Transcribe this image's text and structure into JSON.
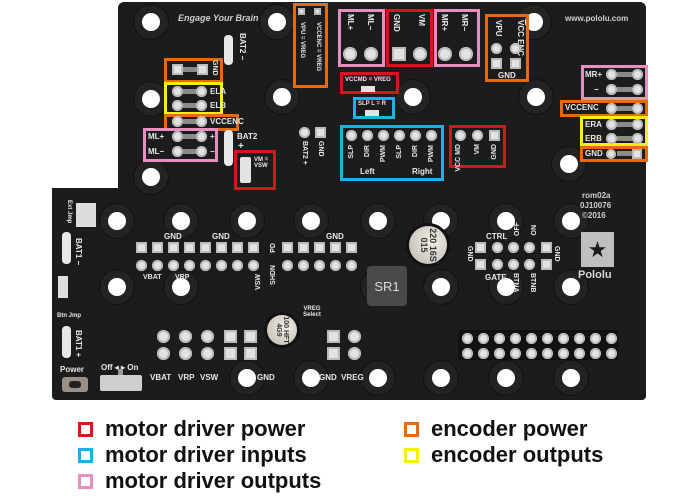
{
  "board": {
    "slogan": "Engage Your Brain",
    "website": "www.pololu.com",
    "rev": [
      "rom02a",
      "0J10076",
      "©2016"
    ],
    "logo": "Pololu",
    "inductor": "SR1",
    "cap_big": "220 16S 015",
    "cap_small": "100 HFT 4G9"
  },
  "top_left": {
    "bat2_minus": "BAT2 −",
    "gnd": "GND",
    "ela": "ELA",
    "elb": "ELB",
    "vccenc": "VCCENC",
    "ml_plus": "ML+",
    "ml_minus": "ML−",
    "plus": "+",
    "minus": "−",
    "bat2_plus_top": "BAT2",
    "bat2_plus_sign": "+",
    "vm_vsw": "VM = VSW",
    "bat2_plus_v": "BAT2 +",
    "gnd_v": "GND"
  },
  "top_mid": {
    "vpu_vreg": "VPU = VREG",
    "vccenc_vreg": "VCCENC = VREG",
    "ml_plus": "ML+",
    "ml_minus": "ML−",
    "gnd": "GND",
    "vm": "VM",
    "mr_plus": "MR+",
    "mr_minus": "MR−",
    "vpu": "VPU",
    "vcc_enc": "VCC ENC",
    "gnd2": "GND",
    "vccmd_vreg": "VCCMD = VREG",
    "slp_lr": "SLP L = R"
  },
  "driver_inputs": {
    "pins": [
      "SLP",
      "DIR",
      "PWM",
      "SLP",
      "DIR",
      "PWM"
    ],
    "left": "Left",
    "right": "Right"
  },
  "driver_power": {
    "pins": [
      "VCC MD",
      "VM",
      "GND"
    ]
  },
  "right_side": {
    "mr_plus": "MR+",
    "minus": "−",
    "vccenc": "VCCENC",
    "era": "ERA",
    "erb": "ERB",
    "gnd": "GND"
  },
  "middle": {
    "gnd1": "GND",
    "gnd2": "GND",
    "gnd3": "GND",
    "vbat": "VBAT",
    "vrp": "VRP",
    "vsw": "VSW",
    "pd": "PD",
    "shdn": "SHDN",
    "bat1_minus": "BAT1 −",
    "ext_jmp": "Ext Jmp",
    "btn_jmp": "Btn Jmp",
    "bat1_plus": "BAT1 +",
    "ctrl": "CTRL",
    "off": "OFF",
    "on": "ON",
    "gate": "GATE",
    "btna": "BTNA",
    "btnb": "BTNB",
    "gnd_l": "GND",
    "gnd_r": "GND",
    "vreg_select": "VREG Select"
  },
  "bottom": {
    "power": "Power",
    "off_on": "Off ◂ ▸ On",
    "vbat": "VBAT",
    "vrp": "VRP",
    "vsw": "VSW",
    "gnd": "GND",
    "gnd2": "GND",
    "vreg": "VREG"
  },
  "legend": [
    {
      "label": "motor driver power",
      "color": "#d8141c"
    },
    {
      "label": "motor driver inputs",
      "color": "#1ab2e6"
    },
    {
      "label": "motor driver outputs",
      "color": "#e98fc0"
    },
    {
      "label": "encoder power",
      "color": "#e56b13"
    },
    {
      "label": "encoder outputs",
      "color": "#f4ef18"
    }
  ]
}
